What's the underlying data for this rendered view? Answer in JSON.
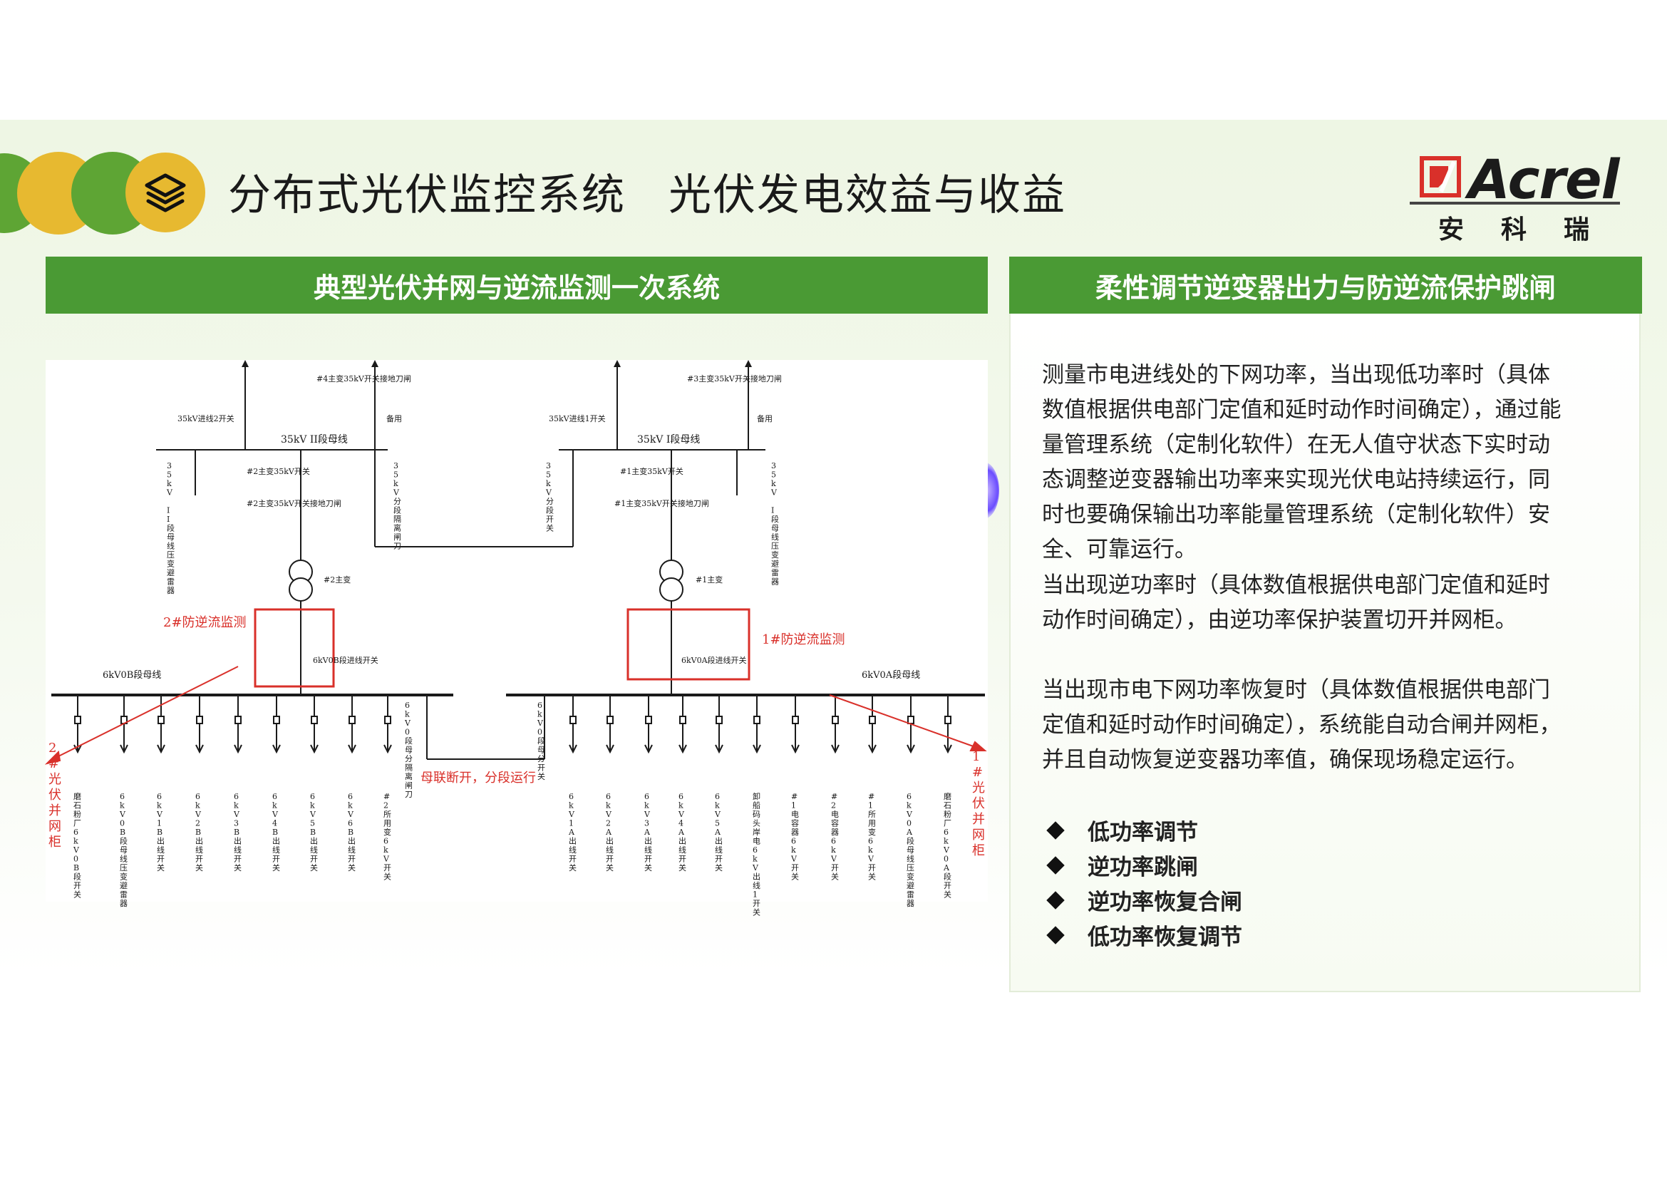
{
  "header": {
    "title_part1": "分布式光伏监控系统",
    "title_part2": "光伏发电效益与收益",
    "icon": "layers-icon"
  },
  "logo": {
    "brand": "Acrel",
    "cn": "安科瑞"
  },
  "left_panel": {
    "heading": "典型光伏并网与逆流监测一次系统"
  },
  "right_panel": {
    "heading": "柔性调节逆变器出力与防逆流保护跳闸",
    "paragraphs": [
      "测量市电进线处的下网功率，当出现低功率时（具体数值根据供电部门定值和延时动作时间确定），通过能量管理系统（定制化软件）在无人值守状态下实时动态调整逆变器输出功率来实现光伏电站持续运行，同时也要确保输出功率能量管理系统（定制化软件）安全、可靠运行。",
      "当出现逆功率时（具体数值根据供电部门定值和延时动作时间确定），由逆功率保护装置切开并网柜。",
      "当出现市电下网功率恢复时（具体数值根据供电部门定值和延时动作时间确定），系统能自动合闸并网柜，并且自动恢复逆变器功率值，确保现场稳定运行。"
    ],
    "bullets": [
      "低功率调节",
      "逆功率跳闸",
      "逆功率恢复合闸",
      "低功率恢复调节"
    ]
  },
  "diagram": {
    "colors": {
      "line": "#1a1a1a",
      "red": "#d9302a"
    },
    "labels": {
      "incoming_2": "35kV进线2开关",
      "incoming_1": "35kV进线1开关",
      "spare": "备用",
      "t4_knife": "#4主变35kV开关接地刀闸",
      "t3_knife": "#3主变35kV开关接地刀闸",
      "bus_35_ii": "35kV II段母线",
      "bus_35_i": "35kV I段母线",
      "arrester_ii": "35kV II段母线压变避雷器",
      "arrester_i": "35kV I段母线压变避雷器",
      "t2_switch": "#2主变35kV开关",
      "t2_knife": "#2主变35kV开关接地刀闸",
      "t1_switch": "#1主变35kV开关",
      "t1_knife": "#1主变35kV开关接地刀闸",
      "section_isolator": "35kV分段隔离闸刀",
      "section_switch": "35kV分段开关",
      "t2": "#2主变",
      "t1": "#1主变",
      "monitor_2": "2#防逆流监测",
      "monitor_1": "1#防逆流监测",
      "incoming_6_b": "6kV0B段进线开关",
      "incoming_6_a": "6kV0A段进线开关",
      "bus_6_b": "6kV0B段母线",
      "bus_6_a": "6kV0A段母线",
      "bus_tie": "母联断开，分段运行",
      "pv_cabinet_2": "2#光伏并网柜",
      "pv_cabinet_1": "1#光伏并网柜",
      "isolator_6": "6kV0段母分隔离闸刀",
      "section_6": "6kV0段母分开关"
    },
    "feeders_b": [
      "磨石粉厂6kV0B段开关",
      "6kV0B段母线压变避雷器",
      "6kV1B出线开关",
      "6kV2B出线开关",
      "6kV3B出线开关",
      "6kV4B出线开关",
      "6kV5B出线开关",
      "6kV6B出线开关",
      "#2所用变6kV开关"
    ],
    "feeders_a": [
      "6kV1A出线开关",
      "6kV2A出线开关",
      "6kV3A出线开关",
      "6kV4A出线开关",
      "6kV5A出线开关",
      "卸船码头岸电6kV出线1开关",
      "#1电容器6kV开关",
      "#2电容器6kV开关",
      "#1所用变6kV开关",
      "6kV0A段母线压变避雷器",
      "磨石粉厂6kV0A段开关"
    ]
  }
}
